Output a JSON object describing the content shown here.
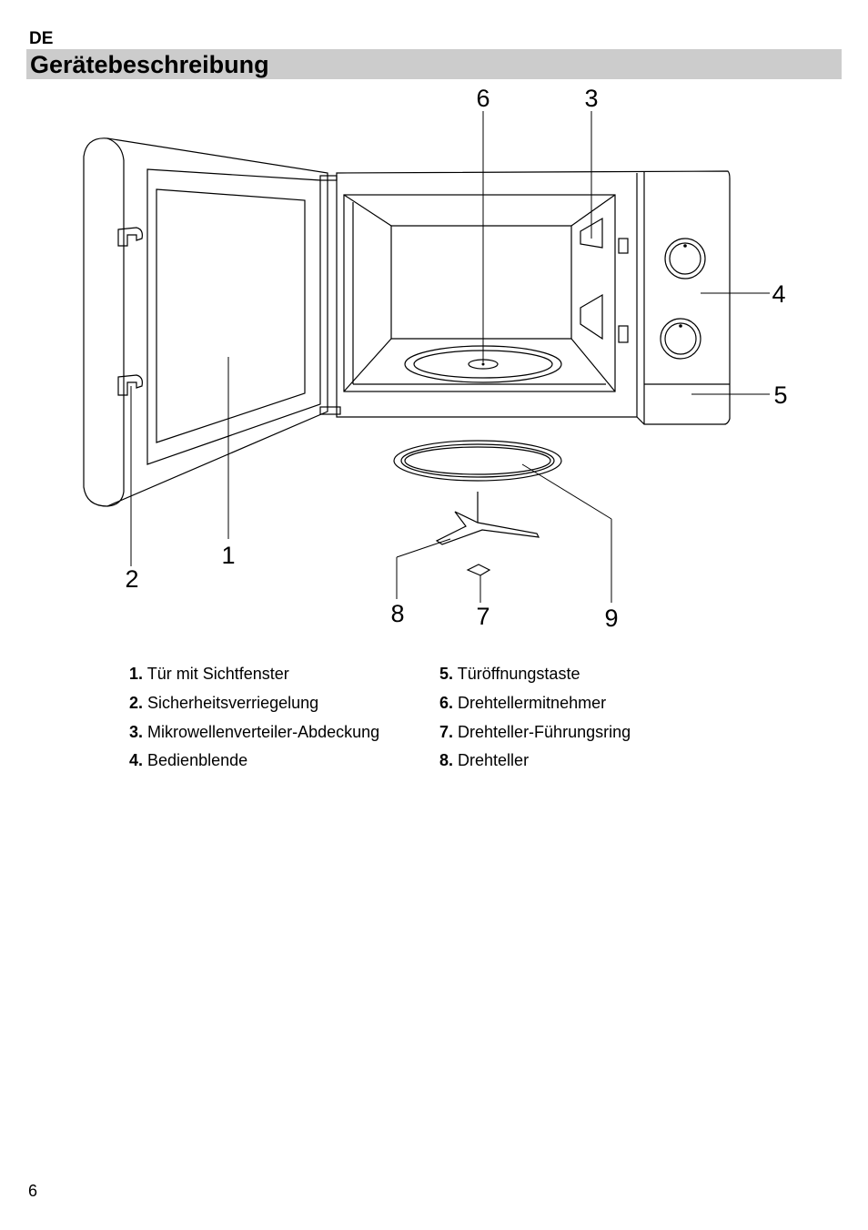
{
  "header": {
    "language": "DE",
    "title": "Gerätebeschreibung"
  },
  "figure": {
    "callouts": [
      "1",
      "2",
      "3",
      "4",
      "5",
      "6",
      "7",
      "8",
      "9"
    ]
  },
  "legend": {
    "left": [
      {
        "num": "1.",
        "text": "Tür mit Sichtfenster"
      },
      {
        "num": "2.",
        "text": "Sicherheitsverriegelung"
      },
      {
        "num": "3.",
        "text": "Mikrowellenverteiler-Abdeckung"
      },
      {
        "num": "4.",
        "text": "Bedienblende"
      }
    ],
    "right": [
      {
        "num": "5.",
        "text": "Türöffnungstaste"
      },
      {
        "num": "6.",
        "text": "Drehtellermitnehmer"
      },
      {
        "num": "7.",
        "text": "Drehteller-Führungsring"
      },
      {
        "num": "8.",
        "text": "Drehteller"
      }
    ]
  },
  "footer": {
    "page_number": "6"
  }
}
